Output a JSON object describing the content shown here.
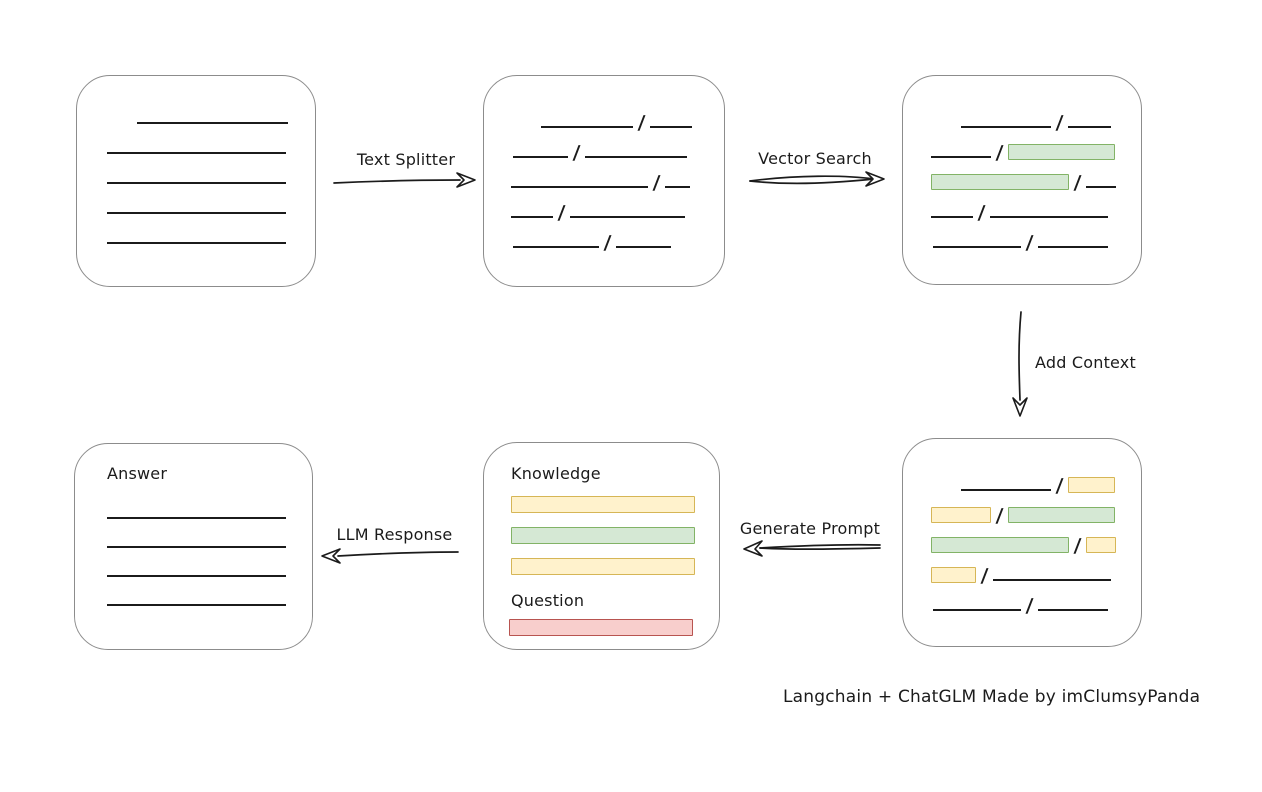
{
  "caption": "Langchain + ChatGLM Made by imClumsyPanda",
  "colors": {
    "background": "#ffffff",
    "box_border": "#8c8c8c",
    "ink": "#1b1b1b",
    "green_fill": "#d5e8d4",
    "green_border": "#82b366",
    "yellow_fill": "#fff2cc",
    "yellow_border": "#d6b656",
    "red_fill": "#f8cecc",
    "red_border": "#b85450"
  },
  "arrows": {
    "text_splitter": {
      "label": "Text Splitter"
    },
    "vector_search": {
      "label": "Vector Search"
    },
    "add_context": {
      "label": "Add Context"
    },
    "generate_prompt": {
      "label": "Generate Prompt"
    },
    "llm_response": {
      "label": "LLM Response"
    }
  },
  "nodes": {
    "document": {
      "lines": [
        {
          "indent": 60,
          "w": 151
        },
        {
          "indent": 30,
          "w": 179
        },
        {
          "indent": 30,
          "w": 179
        },
        {
          "indent": 30,
          "w": 179
        },
        {
          "indent": 30,
          "w": 179
        }
      ]
    },
    "chunks": {
      "rows": [
        {
          "indent": 57,
          "segs": [
            {
              "t": "line",
              "w": 92
            },
            {
              "t": "slash"
            },
            {
              "t": "line",
              "w": 42
            }
          ]
        },
        {
          "indent": 29,
          "segs": [
            {
              "t": "line",
              "w": 55
            },
            {
              "t": "slash"
            },
            {
              "t": "line",
              "w": 102
            }
          ]
        },
        {
          "indent": 27,
          "segs": [
            {
              "t": "line",
              "w": 137
            },
            {
              "t": "slash"
            },
            {
              "t": "line",
              "w": 25
            }
          ]
        },
        {
          "indent": 27,
          "segs": [
            {
              "t": "line",
              "w": 42
            },
            {
              "t": "slash"
            },
            {
              "t": "line",
              "w": 115
            }
          ]
        },
        {
          "indent": 29,
          "segs": [
            {
              "t": "line",
              "w": 86
            },
            {
              "t": "slash"
            },
            {
              "t": "line",
              "w": 55
            }
          ]
        }
      ]
    },
    "matched_chunks": {
      "rows": [
        {
          "indent": 58,
          "segs": [
            {
              "t": "line",
              "w": 90
            },
            {
              "t": "slash"
            },
            {
              "t": "line",
              "w": 43
            }
          ]
        },
        {
          "indent": 28,
          "segs": [
            {
              "t": "line",
              "w": 60
            },
            {
              "t": "slash"
            },
            {
              "t": "green",
              "w": 107
            }
          ]
        },
        {
          "indent": 28,
          "segs": [
            {
              "t": "green",
              "w": 138
            },
            {
              "t": "slash"
            },
            {
              "t": "line",
              "w": 30
            }
          ]
        },
        {
          "indent": 28,
          "segs": [
            {
              "t": "line",
              "w": 42
            },
            {
              "t": "slash"
            },
            {
              "t": "line",
              "w": 118
            }
          ]
        },
        {
          "indent": 30,
          "segs": [
            {
              "t": "line",
              "w": 88
            },
            {
              "t": "slash"
            },
            {
              "t": "line",
              "w": 70
            }
          ]
        }
      ]
    },
    "context_chunks": {
      "rows": [
        {
          "indent": 58,
          "segs": [
            {
              "t": "line",
              "w": 90
            },
            {
              "t": "slash"
            },
            {
              "t": "yellow",
              "w": 47
            }
          ]
        },
        {
          "indent": 28,
          "segs": [
            {
              "t": "yellow",
              "w": 60
            },
            {
              "t": "slash"
            },
            {
              "t": "green",
              "w": 107
            }
          ]
        },
        {
          "indent": 28,
          "segs": [
            {
              "t": "green",
              "w": 138
            },
            {
              "t": "slash"
            },
            {
              "t": "yellow",
              "w": 30
            }
          ]
        },
        {
          "indent": 28,
          "segs": [
            {
              "t": "yellow",
              "w": 45
            },
            {
              "t": "slash"
            },
            {
              "t": "line",
              "w": 118
            }
          ]
        },
        {
          "indent": 30,
          "segs": [
            {
              "t": "line",
              "w": 88
            },
            {
              "t": "slash"
            },
            {
              "t": "line",
              "w": 70
            }
          ]
        }
      ]
    },
    "prompt": {
      "knowledge_label": "Knowledge",
      "question_label": "Question",
      "knowledge_bars": [
        "yellow",
        "green",
        "yellow"
      ],
      "question_bars": [
        "red"
      ]
    },
    "answer": {
      "label": "Answer",
      "lines": [
        {
          "indent": 32,
          "w": 179
        },
        {
          "indent": 32,
          "w": 179
        },
        {
          "indent": 32,
          "w": 179
        },
        {
          "indent": 32,
          "w": 179
        }
      ]
    }
  }
}
